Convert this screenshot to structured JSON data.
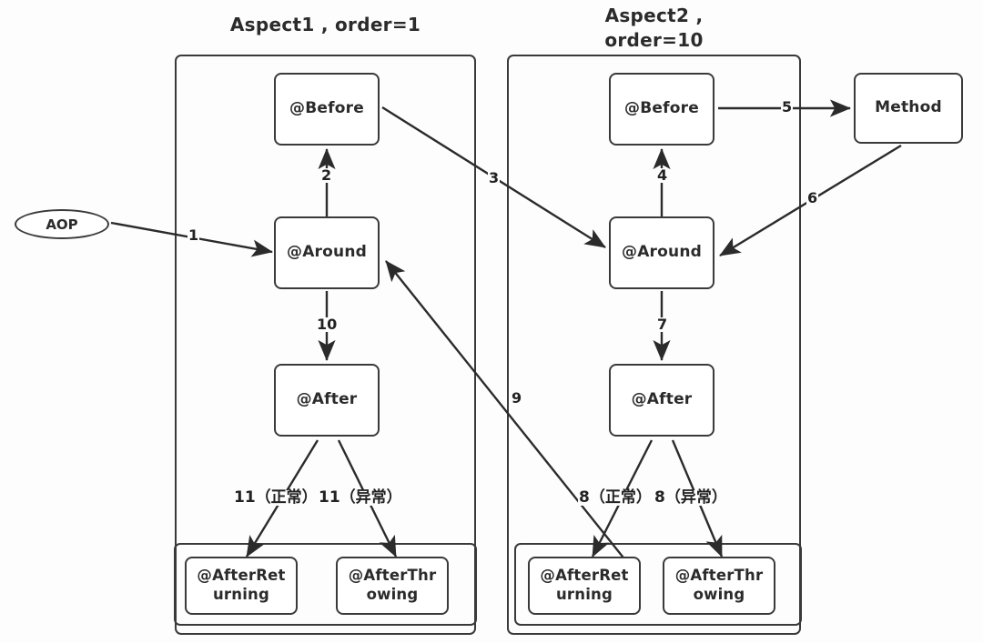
{
  "diagram": {
    "kind": "aop-advice-execution-order",
    "background": "#fdfdfd",
    "stroke": "#3a3a3a",
    "titles": {
      "aspect1": "Aspect1 , order=1",
      "aspect2_line1": "Aspect2 ,",
      "aspect2_line2": "order=10"
    },
    "entry": {
      "label": "AOP"
    },
    "method": {
      "label": "Method"
    },
    "aspect1": {
      "before": "@Before",
      "around": "@Around",
      "after": "@After",
      "after_returning": "@AfterRet\nurning",
      "after_returning_line1": "@AfterRet",
      "after_returning_line2": "urning",
      "after_throwing_line1": "@AfterThr",
      "after_throwing_line2": "owing"
    },
    "aspect2": {
      "before": "@Before",
      "around": "@Around",
      "after": "@After",
      "after_returning_line1": "@AfterRet",
      "after_returning_line2": "urning",
      "after_throwing_line1": "@AfterThr",
      "after_throwing_line2": "owing"
    },
    "edges": [
      {
        "id": "e1",
        "label": "1",
        "from": "AOP",
        "to": "Aspect1.@Around"
      },
      {
        "id": "e2",
        "label": "2",
        "from": "Aspect1.@Around",
        "to": "Aspect1.@Before"
      },
      {
        "id": "e3",
        "label": "3",
        "from": "Aspect1.@Before",
        "to": "Aspect2.@Around"
      },
      {
        "id": "e4",
        "label": "4",
        "from": "Aspect2.@Around",
        "to": "Aspect2.@Before"
      },
      {
        "id": "e5",
        "label": "5",
        "from": "Aspect2.@Before",
        "to": "Method"
      },
      {
        "id": "e6",
        "label": "6",
        "from": "Method",
        "to": "Aspect2.@Around"
      },
      {
        "id": "e7",
        "label": "7",
        "from": "Aspect2.@Around",
        "to": "Aspect2.@After"
      },
      {
        "id": "e8a",
        "label": "8（正常）",
        "from": "Aspect2.@After",
        "to": "Aspect2.@AfterReturning"
      },
      {
        "id": "e8b",
        "label": "8（异常）",
        "from": "Aspect2.@After",
        "to": "Aspect2.@AfterThrowing"
      },
      {
        "id": "e9",
        "label": "9",
        "from": "Aspect2.@AfterReturning",
        "to": "Aspect1.@Around"
      },
      {
        "id": "e10",
        "label": "10",
        "from": "Aspect1.@Around",
        "to": "Aspect1.@After"
      },
      {
        "id": "e11a",
        "label": "11（正常）",
        "from": "Aspect1.@After",
        "to": "Aspect1.@AfterReturning"
      },
      {
        "id": "e11b",
        "label": "11（异常）",
        "from": "Aspect1.@After",
        "to": "Aspect1.@AfterThrowing"
      }
    ],
    "labels": {
      "n1": "1",
      "n2": "2",
      "n3": "3",
      "n4": "4",
      "n5": "5",
      "n6": "6",
      "n7": "7",
      "n8_normal": "8（正常）",
      "n8_error": "8（异常）",
      "n9": "9",
      "n10": "10",
      "n11_normal": "11（正常）",
      "n11_error": "11（异常）"
    }
  }
}
